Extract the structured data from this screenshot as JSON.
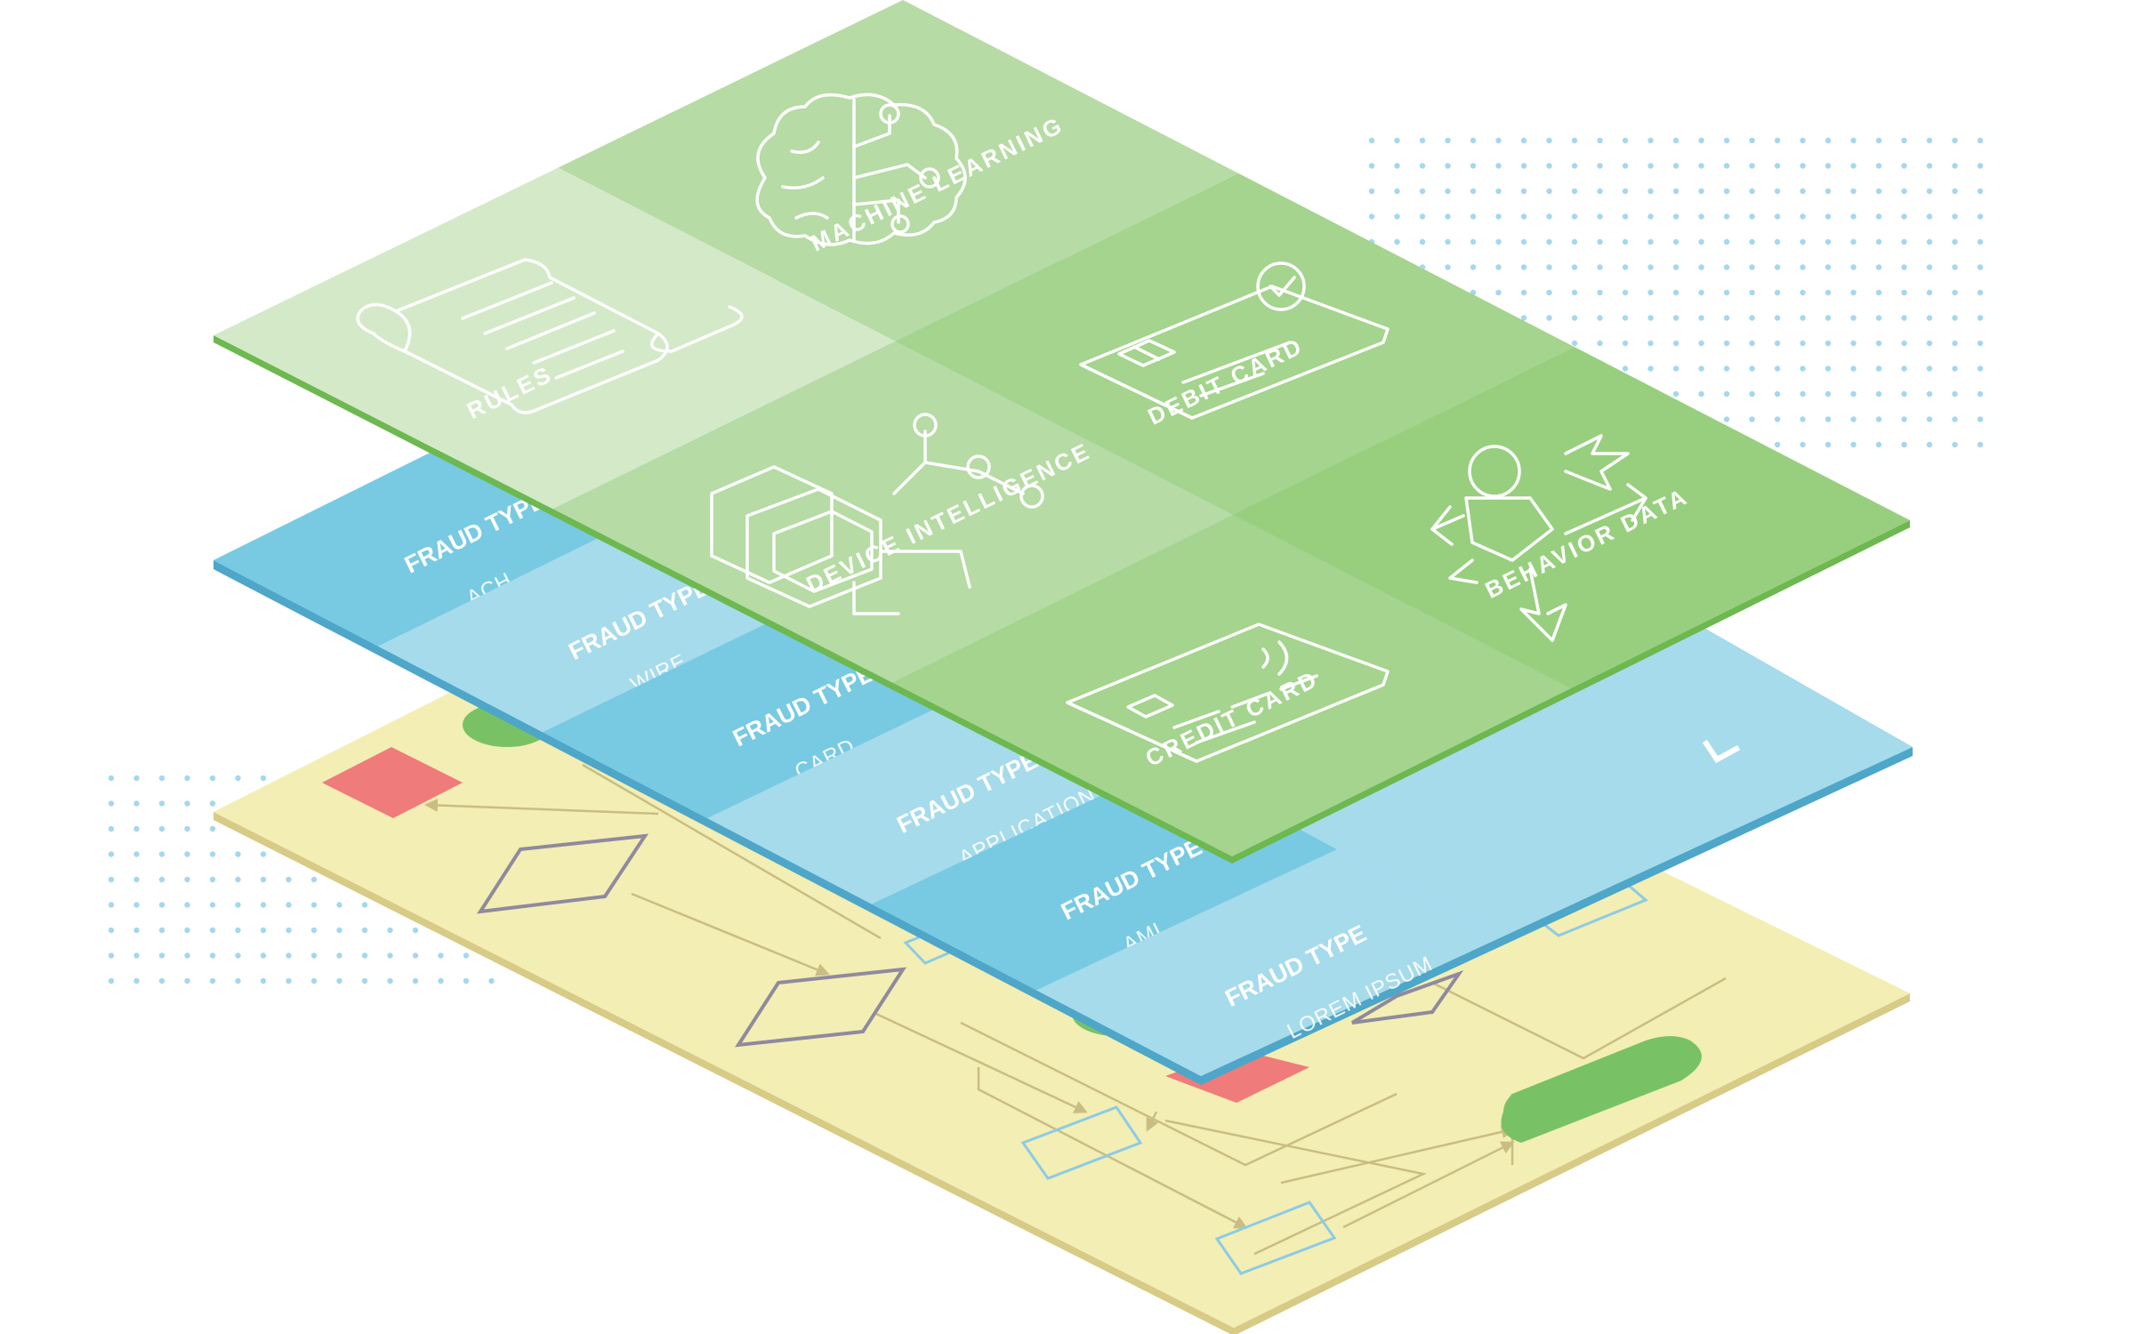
{
  "colors": {
    "dots": "#a6d7ec",
    "yellow_top": "#f3eeb3",
    "yellow_edge": "#d7cb86",
    "flow_line": "#c9bd84",
    "flow_diamond": "#8f8a9e",
    "flow_red": "#f07b7b",
    "flow_green": "#78c265",
    "flow_box": "#8ccbe6",
    "blue_dark": "#78cae2",
    "blue_light": "#a6dbec",
    "blue_edge": "#4ea6c9",
    "green_1": "#d4e9c8",
    "green_2": "#b6dba4",
    "green_3": "#a4d48d",
    "green_4": "#98cf7e",
    "green_edge": "#6db84f",
    "icon_line": "#ffffff"
  },
  "green_layer": {
    "tiles": [
      {
        "label": "RULES",
        "icon": "scroll-icon"
      },
      {
        "label": "MACHINE LEARNING",
        "icon": "brain-circuit-icon"
      },
      {
        "label": "DEVICE INTELLIGENCE",
        "icon": "device-chip-icon"
      },
      {
        "label": "DEBIT CARD",
        "icon": "debit-card-check-icon"
      },
      {
        "label": "CREDIT CARD",
        "icon": "credit-card-contactless-icon"
      },
      {
        "label": "BEHAVIOR DATA",
        "icon": "behavior-arrows-icon"
      }
    ]
  },
  "blue_layer": {
    "rows": [
      {
        "title": "FRAUD TYPE",
        "sub": "ACH"
      },
      {
        "title": "FRAUD TYPE",
        "sub": "WIRE"
      },
      {
        "title": "FRAUD TYPE",
        "sub": "CARD"
      },
      {
        "title": "FRAUD TYPE",
        "sub": "APPLICATION"
      },
      {
        "title": "FRAUD TYPE",
        "sub": "AML"
      },
      {
        "title": "FRAUD TYPE",
        "sub": "LOREM IPSUM"
      }
    ],
    "toggle_icon": "chevron-down-icon"
  },
  "yellow_layer": {
    "icon": "flowchart-icon"
  }
}
